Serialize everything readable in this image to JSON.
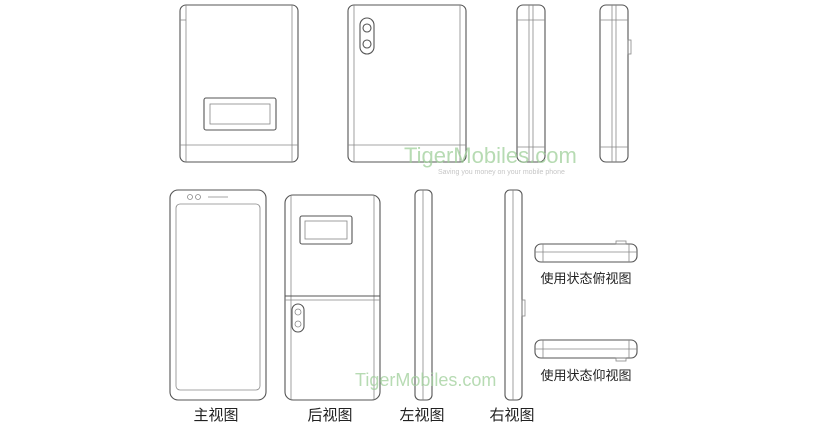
{
  "labels": {
    "front_view": "主视图",
    "back_view": "后视图",
    "left_view": "左视图",
    "right_view": "右视图",
    "use_top_view": "使用状态俯视图",
    "use_bottom_view": "使用状态仰视图"
  },
  "watermark": {
    "brand": "TigerMobiles.com",
    "tagline": "Saving you money on your mobile phone"
  }
}
